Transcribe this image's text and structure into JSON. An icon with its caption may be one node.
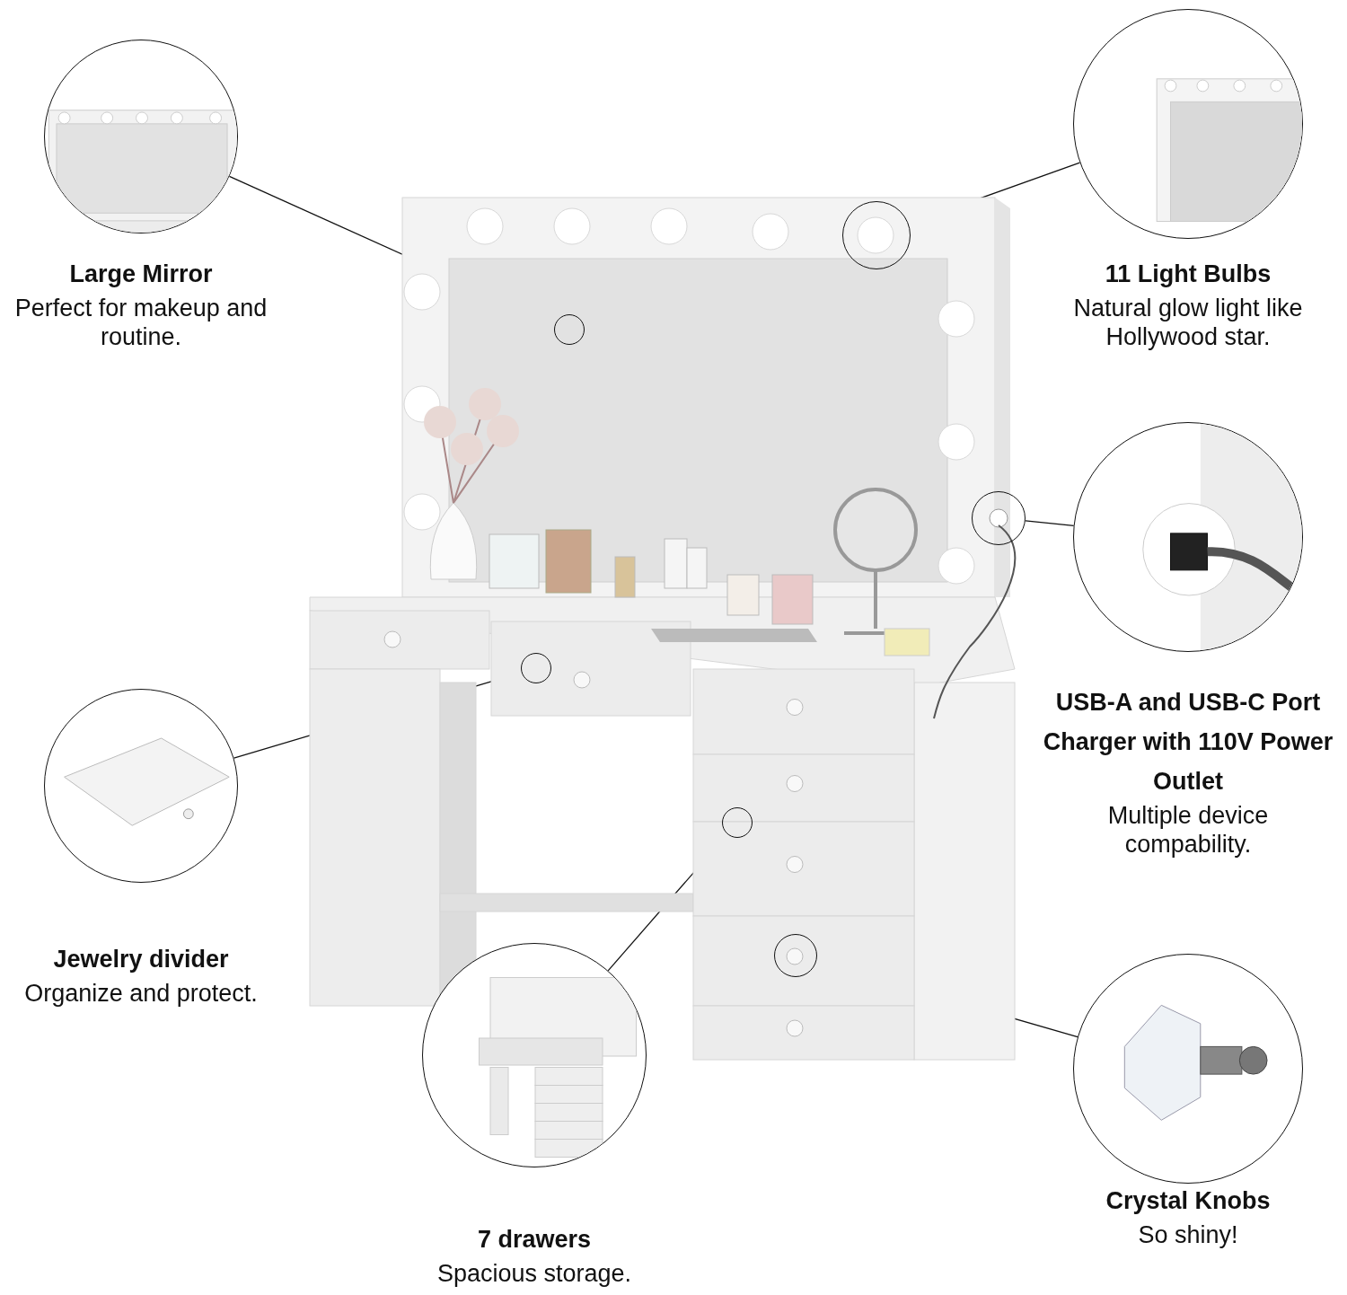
{
  "diagram": {
    "nodes": [
      {
        "text": [],
        "shape": "picture"
      },
      {
        "text": [],
        "shape": "picture",
        "beside": [
          "Large Mirror",
          "Perfect for makeup and routine."
        ]
      },
      {
        "text": [],
        "shape": "circle",
        "in": 0
      },
      {
        "text": [],
        "shape": "picture",
        "beside": [
          "11 Light Bulbs",
          "Natural glow light like Hollywood star."
        ]
      },
      {
        "text": [],
        "shape": "circle",
        "in": 0
      },
      {
        "text": [],
        "shape": "picture",
        "beside": [
          "USB-A and USB-C Port Charger with 110V Power Outlet",
          "Multiple device compability."
        ]
      },
      {
        "text": [],
        "shape": "circle",
        "in": 0
      },
      {
        "text": [],
        "shape": "picture",
        "beside": [
          "Jewelry divider",
          "Organize and protect."
        ]
      },
      {
        "text": [],
        "shape": "circle",
        "in": 0
      },
      {
        "text": [],
        "shape": "picture",
        "beside": [
          "7 drawers",
          "Spacious storage."
        ]
      },
      {
        "text": [],
        "shape": "circle",
        "in": 0
      },
      {
        "text": [],
        "shape": "picture",
        "beside": [
          "Crystal Knobs",
          "So shiny!"
        ]
      },
      {
        "text": [],
        "shape": "circle",
        "in": 0
      }
    ],
    "edges": [
      {
        "from": 1,
        "to": 2,
        "arrow": "none"
      },
      {
        "from": 3,
        "to": 4,
        "arrow": "none"
      },
      {
        "from": 5,
        "to": 6,
        "arrow": "none"
      },
      {
        "from": 7,
        "to": 8,
        "arrow": "none"
      },
      {
        "from": 9,
        "to": 10,
        "arrow": "none"
      },
      {
        "from": 11,
        "to": 12,
        "arrow": "none"
      }
    ]
  }
}
